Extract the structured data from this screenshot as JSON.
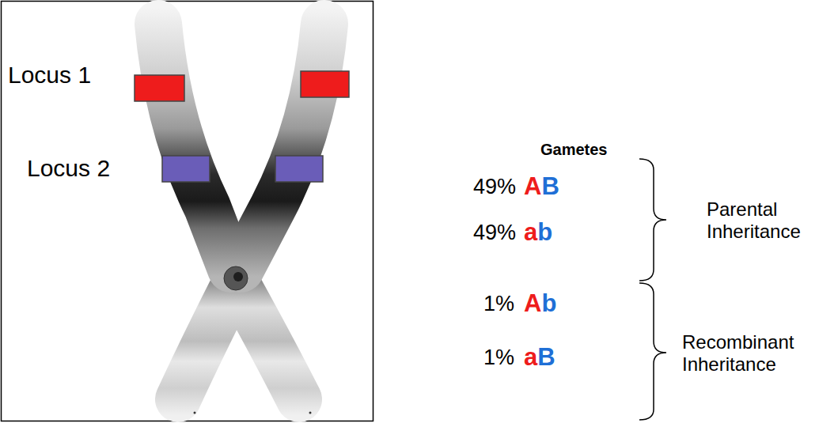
{
  "diagram": {
    "labels": [
      "Locus 1",
      "Locus 2",
      "Gametes",
      "49%",
      "AB",
      "49%",
      "ab",
      "1%",
      "Ab",
      "1%",
      "aB",
      "Parental Inheritance",
      "Recombinant Inheritance"
    ]
  }
}
